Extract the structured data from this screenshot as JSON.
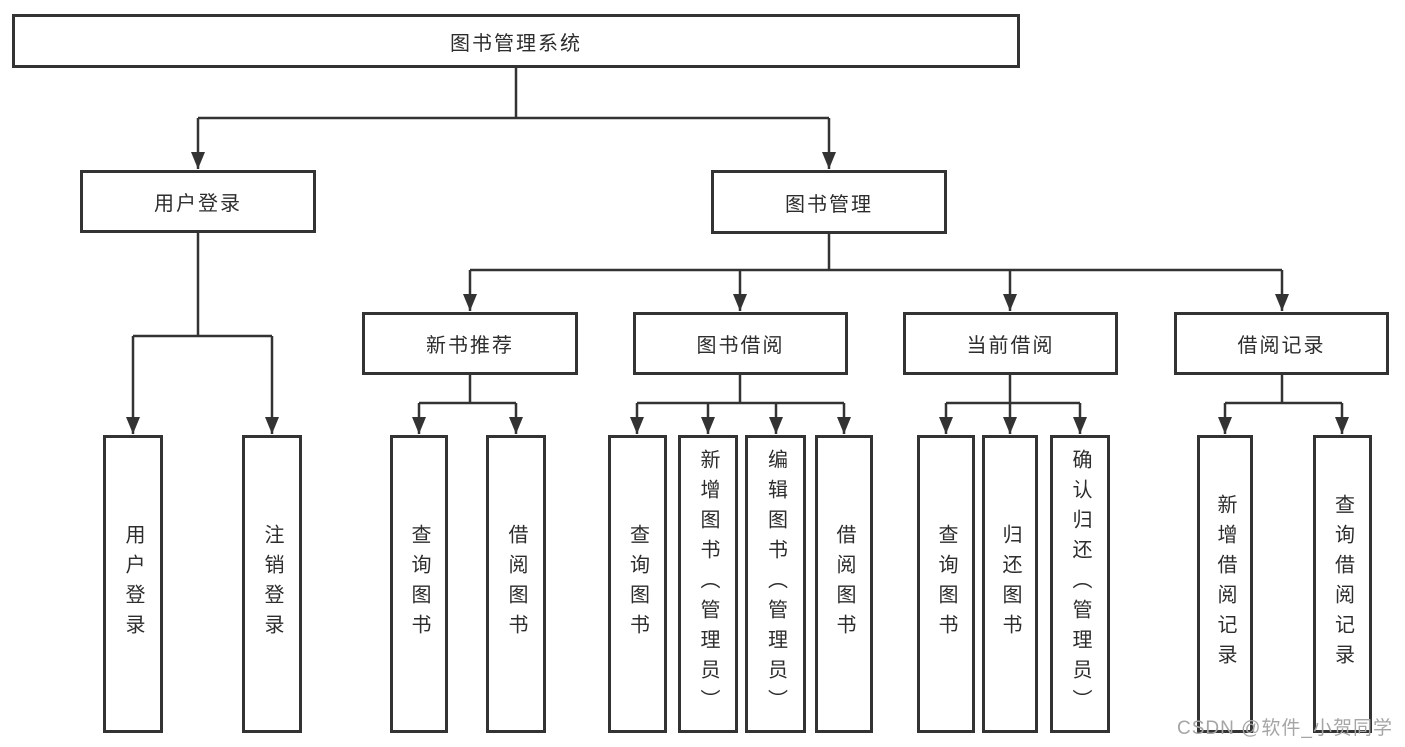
{
  "diagram_title": "图书管理系统",
  "colors": {
    "line": "#333333",
    "box_border": "#333333",
    "text": "#2d2d2d",
    "watermark": "#a5a5a5",
    "background": "#ffffff"
  },
  "nodes": {
    "root": "图书管理系统",
    "level2": {
      "user_login": "用户登录",
      "book_mgmt": "图书管理"
    },
    "level3": {
      "new_books": "新书推荐",
      "borrowing": "图书借阅",
      "current": "当前借阅",
      "records": "借阅记录"
    },
    "leaves": {
      "user_login": "用户登录",
      "logout": "注销登录",
      "new_query": "查询图书",
      "new_borrow": "借阅图书",
      "bor_query": "查询图书",
      "bor_add": "新增图书（管理员）",
      "bor_edit": "编辑图书（管理员）",
      "bor_borrow": "借阅图书",
      "cur_query": "查询图书",
      "cur_return": "归还图书",
      "cur_confirm": "确认归还（管理员）",
      "rec_add": "新增借阅记录",
      "rec_query": "查询借阅记录"
    }
  },
  "watermark": {
    "text": "CSDN @软件_小贺同学"
  }
}
